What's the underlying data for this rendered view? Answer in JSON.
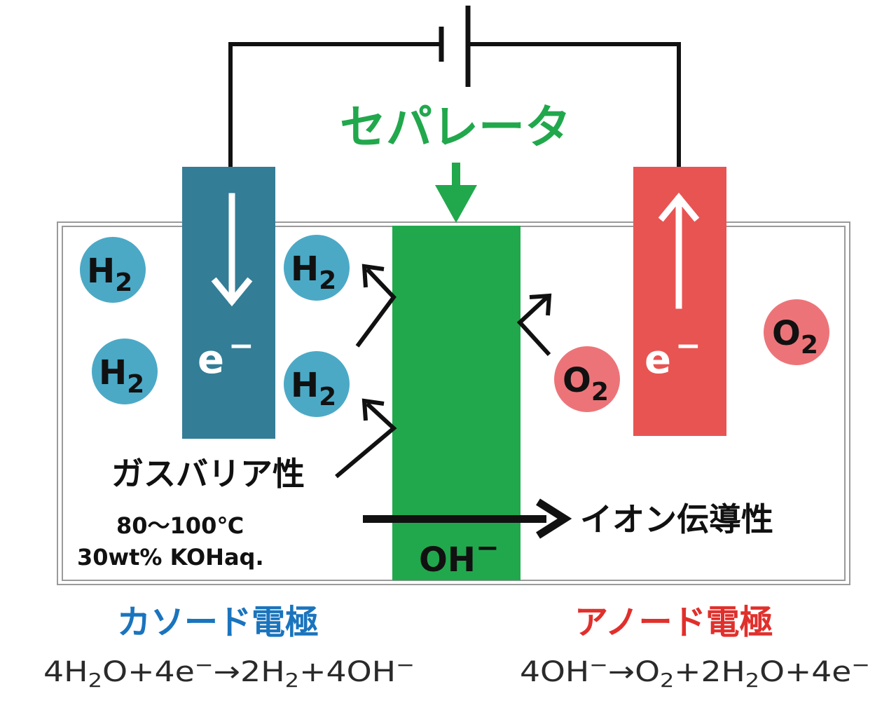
{
  "separator": {
    "title": "セパレータ",
    "ion_label": "OH",
    "ion_charge": "−",
    "color": "#21a84c"
  },
  "cathode": {
    "title": "カソード電極",
    "electron_label": "e",
    "electron_charge": "−",
    "color": "#337d96",
    "title_color": "#1a74bd",
    "equation": {
      "p1": "4H",
      "p1_sub": "2",
      "p2": "O+4e",
      "p2_sup": "−",
      "arrow": "→",
      "p3": "2H",
      "p3_sub": "2",
      "p4": "+4OH",
      "p4_sup": "−"
    }
  },
  "anode": {
    "title": "アノード電極",
    "electron_label": "e",
    "electron_charge": "−",
    "color": "#e85452",
    "title_color": "#e0302c",
    "equation": {
      "p1": "4OH",
      "p1_sup": "−",
      "arrow": "→",
      "p2": "O",
      "p2_sub": "2",
      "p3": "+2H",
      "p3_sub": "2",
      "p4": "O+4e",
      "p4_sup": "−"
    }
  },
  "molecules": {
    "h2": {
      "symbol": "H",
      "sub": "2",
      "color": "#4ba9c6"
    },
    "o2": {
      "symbol": "O",
      "sub": "2",
      "color": "#ec7479"
    }
  },
  "labels": {
    "gas_barrier": "ガスバリア性",
    "ion_conductivity": "イオン伝導性",
    "conditions_temp": "80～100℃",
    "conditions_electrolyte": "30wt% KOHaq."
  }
}
